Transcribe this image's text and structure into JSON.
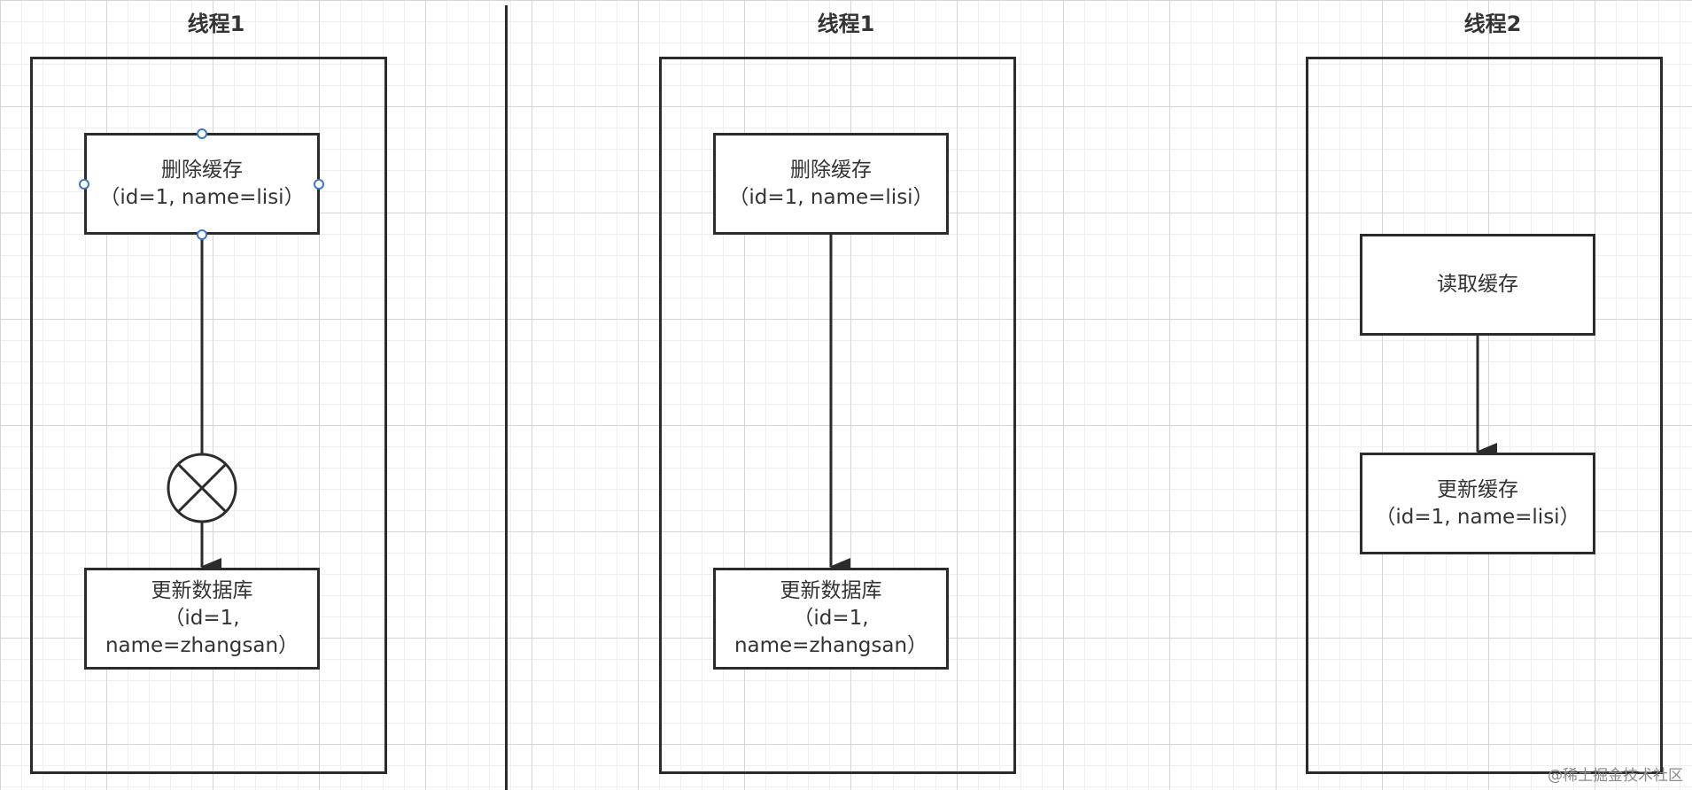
{
  "diagram": {
    "lanes": [
      {
        "title": "线程1",
        "nodes": [
          {
            "lines": [
              "删除缓存",
              "（id=1, name=lisi）"
            ]
          },
          {
            "lines": [
              "更新数据库",
              "（id=1,",
              "name=zhangsan）"
            ]
          }
        ]
      },
      {
        "title": "线程1",
        "nodes": [
          {
            "lines": [
              "删除缓存",
              "（id=1, name=lisi）"
            ]
          },
          {
            "lines": [
              "更新数据库",
              "（id=1,",
              "name=zhangsan）"
            ]
          }
        ]
      },
      {
        "title": "线程2",
        "nodes": [
          {
            "lines": [
              "读取缓存"
            ]
          },
          {
            "lines": [
              "更新缓存",
              "（id=1, name=lisi）"
            ]
          }
        ]
      }
    ],
    "watermark": "@稀土掘金技术社区",
    "colors": {
      "stroke": "#2b2b2b",
      "text": "#333333",
      "handle": "#3a77c9"
    }
  }
}
